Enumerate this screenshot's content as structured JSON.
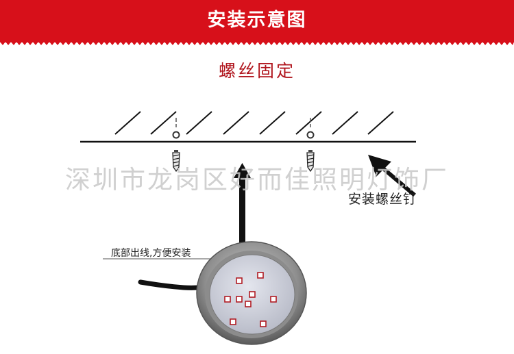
{
  "header": {
    "title": "安装示意图"
  },
  "section_title": "螺丝固定",
  "labels": {
    "screw": "安装螺丝钉",
    "cable": "底部出线,方便安装"
  },
  "watermark": "深圳市龙岗区好而佳照明灯饰厂",
  "colors": {
    "banner": "#d7101a",
    "subtitle": "#b0141c",
    "line": "#111111",
    "led_panel": "#c9ccd6",
    "led_housing": "#9a9a9a"
  },
  "icons": {
    "screw": "screw-icon",
    "arrow": "arrow-up-icon",
    "light": "led-panel-light"
  }
}
